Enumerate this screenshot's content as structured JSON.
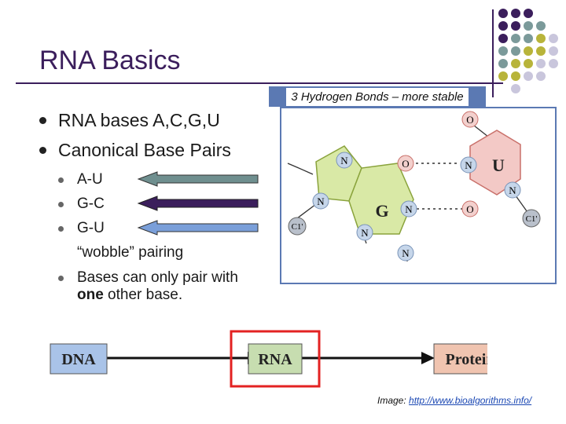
{
  "title": "RNA Basics",
  "bullets": [
    "RNA bases A,C,G,U",
    "Canonical Base Pairs"
  ],
  "sub_bullets": [
    {
      "text": "A-U",
      "arrow_color": "#6f8f8f"
    },
    {
      "text": "G-C",
      "arrow_color": "#3b1e5c"
    },
    {
      "text": "G-U",
      "arrow_color": "#7a9fd9"
    }
  ],
  "wobble_text": "“wobble” pairing",
  "bases_line1": "Bases can only pair with",
  "bases_line2_bold": "one",
  "bases_line2_rest": " other base.",
  "diagram": {
    "label": "3 Hydrogen Bonds – more stable",
    "g_label": "G",
    "u_label": "U",
    "n_atom": "N",
    "o_atom": "O",
    "c1_atom": "C1'"
  },
  "flow": {
    "dna": "DNA",
    "rna": "RNA",
    "protein": "Protein"
  },
  "credit": {
    "prefix": "Image: ",
    "link": "http://www.bioalgorithms.info/"
  },
  "colors": {
    "title": "#3b1e5c",
    "purple": "#3b1e5c",
    "gray_teal": "#7b9a9a",
    "olive": "#b8b43a",
    "lavender": "#c9c6dc"
  }
}
